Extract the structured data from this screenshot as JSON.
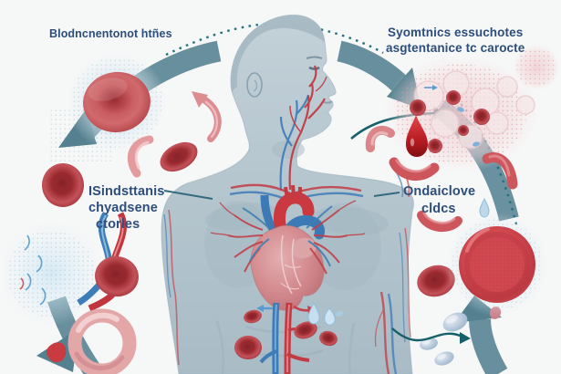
{
  "illustration": {
    "labels": {
      "top_left": "Blodncnentonot htñes",
      "top_right_1": "Syomtnics essuchotes",
      "top_right_2": "asgtentanice tc carocte",
      "mid_left_1": "ISindsttanis",
      "mid_left_2": "chyadsene",
      "mid_left_3": "ctorles",
      "mid_right_1": "Ondaiclove",
      "mid_right_2": "cldcs"
    },
    "colors": {
      "background": "#f6f7f7",
      "label_text": "#2d4e7c",
      "red_blood_cell": "#c4464b",
      "dark_red_cell": "#9c3138",
      "pink_cell": "#e3a7a8",
      "artery_red": "#c23840",
      "vein_blue": "#3e7db7",
      "body_tint": "#b7c6cf",
      "flow_band_steel": "#5b8595",
      "dashed_line_teal": "#24707e",
      "pointer_arrow_teal": "#15606a"
    }
  }
}
